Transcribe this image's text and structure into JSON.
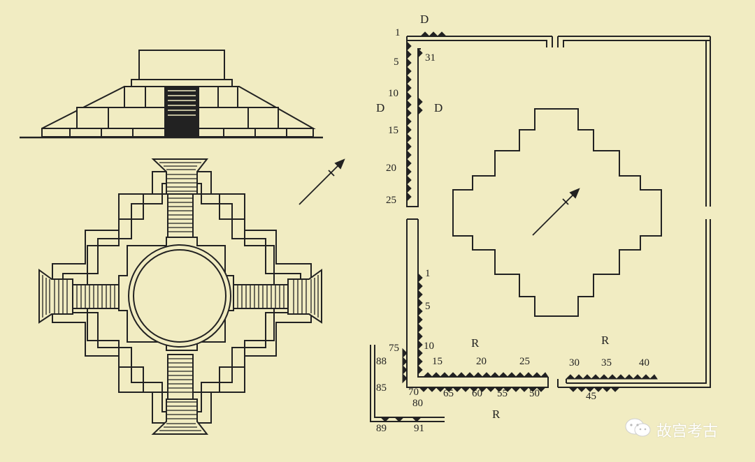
{
  "labels": {
    "d_top": "D",
    "d_left": "D",
    "d_right": "D",
    "r_center": "R",
    "r_right": "R",
    "r_bottom": "R",
    "n1": "1",
    "n5": "5",
    "n10": "10",
    "n15": "15",
    "n20": "20",
    "n25": "25",
    "n31": "31",
    "m1": "1",
    "m5": "5",
    "m10": "10",
    "m15": "15",
    "m20": "20",
    "m25": "25",
    "m30": "30",
    "m35": "35",
    "m40": "40",
    "m45": "45",
    "m50": "50",
    "m55": "55",
    "m60": "60",
    "m65": "65",
    "m70": "70",
    "m75": "75",
    "m80": "80",
    "m85": "85",
    "m88": "88",
    "m89": "89",
    "m91": "91"
  },
  "watermark": {
    "text": "故宫考古",
    "icon": "wechat-icon"
  }
}
